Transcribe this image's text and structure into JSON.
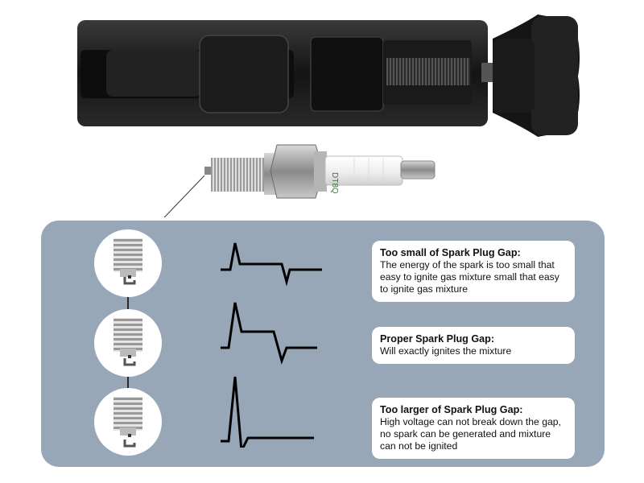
{
  "product": {
    "spark_plug_print": "DT8Q"
  },
  "gap_states": [
    {
      "title": "Too small of Spark Plug Gap:",
      "description": "The energy of the spark is too small that easy to ignite gas mixture small that easy to ignite gas mixture"
    },
    {
      "title": "Proper Spark Plug Gap:",
      "description": "Will exactly ignites the mixture"
    },
    {
      "title": "Too larger of Spark Plug Gap:",
      "description": "High voltage can not break down the gap, no spark can be generated and mixture can not be ignited"
    }
  ],
  "colors": {
    "panel_background": "#98a7b7",
    "card_background": "#ffffff",
    "waveform_stroke": "#000000",
    "tool_body": "#1a1a1a"
  }
}
